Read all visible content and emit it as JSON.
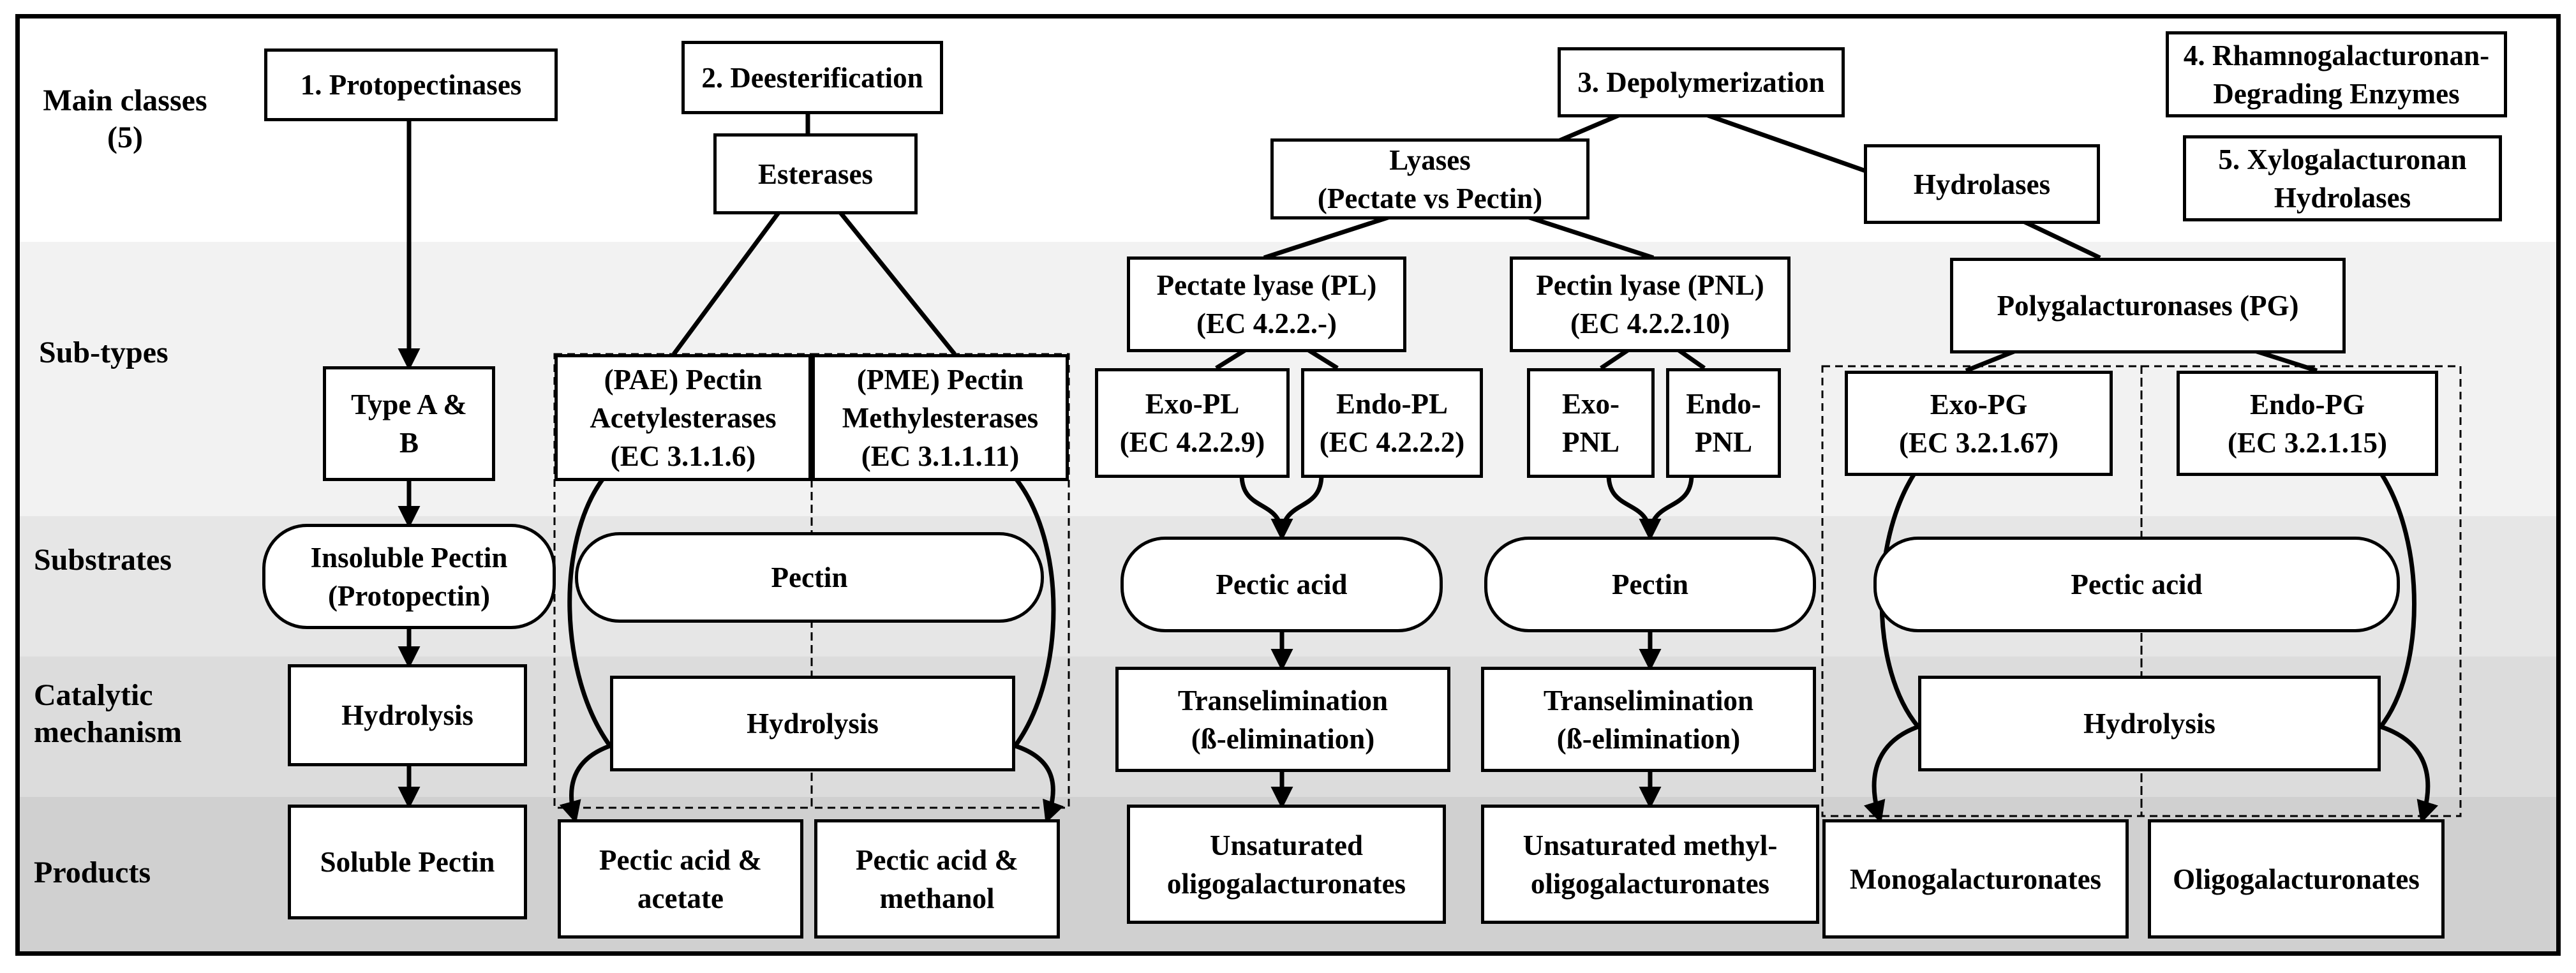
{
  "row_labels": {
    "main_classes": "Main classes\n(5)",
    "sub_types": "Sub-types",
    "substrates": "Substrates",
    "catalytic": "Catalytic\nmechanism",
    "products": "Products"
  },
  "main_classes": {
    "protopectinases": "1. Protopectinases",
    "deesterification": "2. Deesterification",
    "depolymerization": "3. Depolymerization",
    "rhamnogalacturonan": "4. Rhamnogalacturonan-\nDegrading Enzymes",
    "xylogalacturonan": "5. Xylogalacturonan\nHydrolases"
  },
  "groups": {
    "esterases": "Esterases",
    "lyases": "Lyases\n(Pectate vs Pectin)",
    "hydrolases": "Hydrolases"
  },
  "sub_types": {
    "type_ab": "Type A &\nB",
    "pae": "(PAE) Pectin\nAcetylesterases\n(EC 3.1.1.6)",
    "pme": "(PME) Pectin\nMethylesterases\n(EC 3.1.1.11)",
    "pectate_lyase": "Pectate lyase (PL)\n(EC 4.2.2.-)",
    "pectin_lyase": "Pectin lyase (PNL)\n(EC 4.2.2.10)",
    "polygalacturonases": "Polygalacturonases (PG)",
    "exo_pl": "Exo-PL\n(EC 4.2.2.9)",
    "endo_pl": "Endo-PL\n(EC 4.2.2.2)",
    "exo_pnl": "Exo-\nPNL",
    "endo_pnl": "Endo-\nPNL",
    "exo_pg": "Exo-PG\n(EC 3.2.1.67)",
    "endo_pg": "Endo-PG\n(EC 3.2.1.15)"
  },
  "substrates": {
    "insoluble_pectin": "Insoluble Pectin\n(Protopectin)",
    "pectin_esterases": "Pectin",
    "pectic_acid_pl": "Pectic acid",
    "pectin_pnl": "Pectin",
    "pectic_acid_pg": "Pectic acid"
  },
  "mechanisms": {
    "hydrolysis_proto": "Hydrolysis",
    "hydrolysis_esterases": "Hydrolysis",
    "transelimination_pl": "Transelimination\n(ß-elimination)",
    "transelimination_pnl": "Transelimination\n(ß-elimination)",
    "hydrolysis_pg": "Hydrolysis"
  },
  "products": {
    "soluble_pectin": "Soluble Pectin",
    "pectic_acid_acetate": "Pectic acid &\nacetate",
    "pectic_acid_methanol": "Pectic acid &\nmethanol",
    "unsat_oligo": "Unsaturated\noligogalacturonates",
    "unsat_methyl_oligo": "Unsaturated methyl-\noligogalacturonates",
    "monogalacturonates": "Monogalacturonates",
    "oligogalacturonates": "Oligogalacturonates"
  },
  "colors": {
    "band_main": "#ffffff",
    "band_sub": "#f2f2f2",
    "band_substrates": "#e6e6e6",
    "band_catalytic": "#dcdcdc",
    "band_products": "#d0d0d0",
    "stroke": "#000000"
  }
}
